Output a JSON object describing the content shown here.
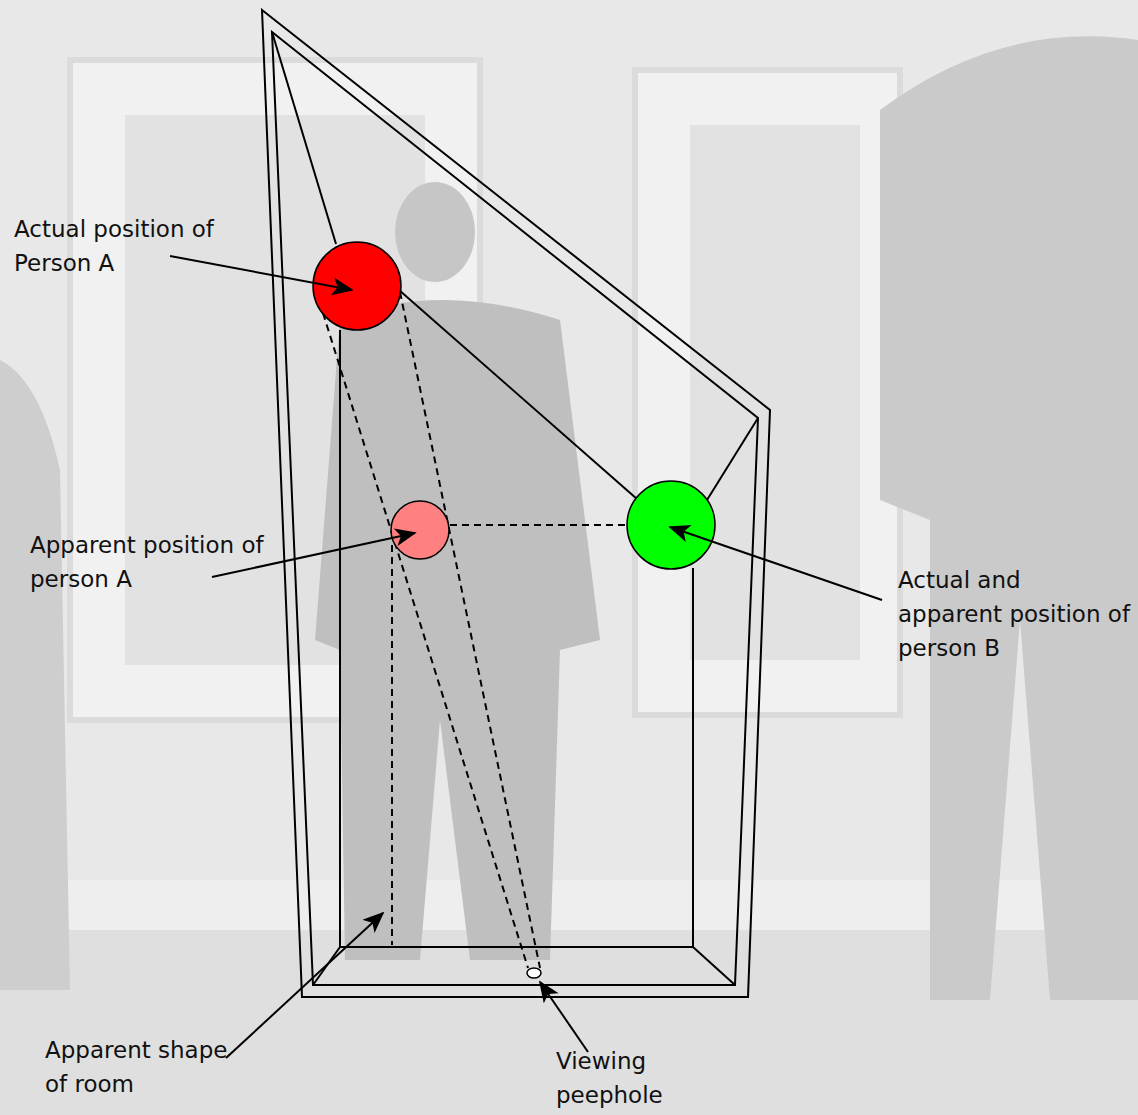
{
  "diagram": {
    "labels": [
      "Actual position of Person A",
      "Apparent position of person A",
      "Actual and apparent position of person B",
      "Apparent shape of room",
      "Viewing peephole"
    ]
  }
}
